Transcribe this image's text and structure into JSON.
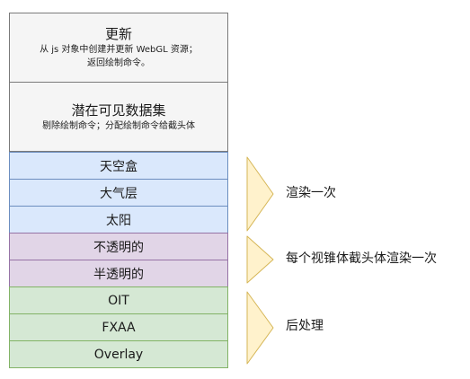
{
  "update": {
    "title": "更新",
    "line1": "从 js 对象中创建并更新 WebGL 资源；",
    "line2": "返回绘制命令。"
  },
  "cull": {
    "title": "潜在可见数据集",
    "line1": "剔除绘制命令；分配绘制命令给截头体"
  },
  "passes": [
    {
      "label": "天空盒"
    },
    {
      "label": "大气层"
    },
    {
      "label": "太阳"
    },
    {
      "label": "不透明的"
    },
    {
      "label": "半透明的"
    },
    {
      "label": "OIT"
    },
    {
      "label": "FXAA"
    },
    {
      "label": "Overlay"
    }
  ],
  "annotations": [
    {
      "label": "渲染一次"
    },
    {
      "label": "每个视锥体截头体渲染一次"
    },
    {
      "label": "后处理"
    }
  ],
  "colors": {
    "blue_fill": "#dae8fc",
    "purple_fill": "#e1d5e7",
    "green_fill": "#d5e8d4",
    "brace_fill": "#fff2cc",
    "brace_stroke": "#d6b656"
  }
}
